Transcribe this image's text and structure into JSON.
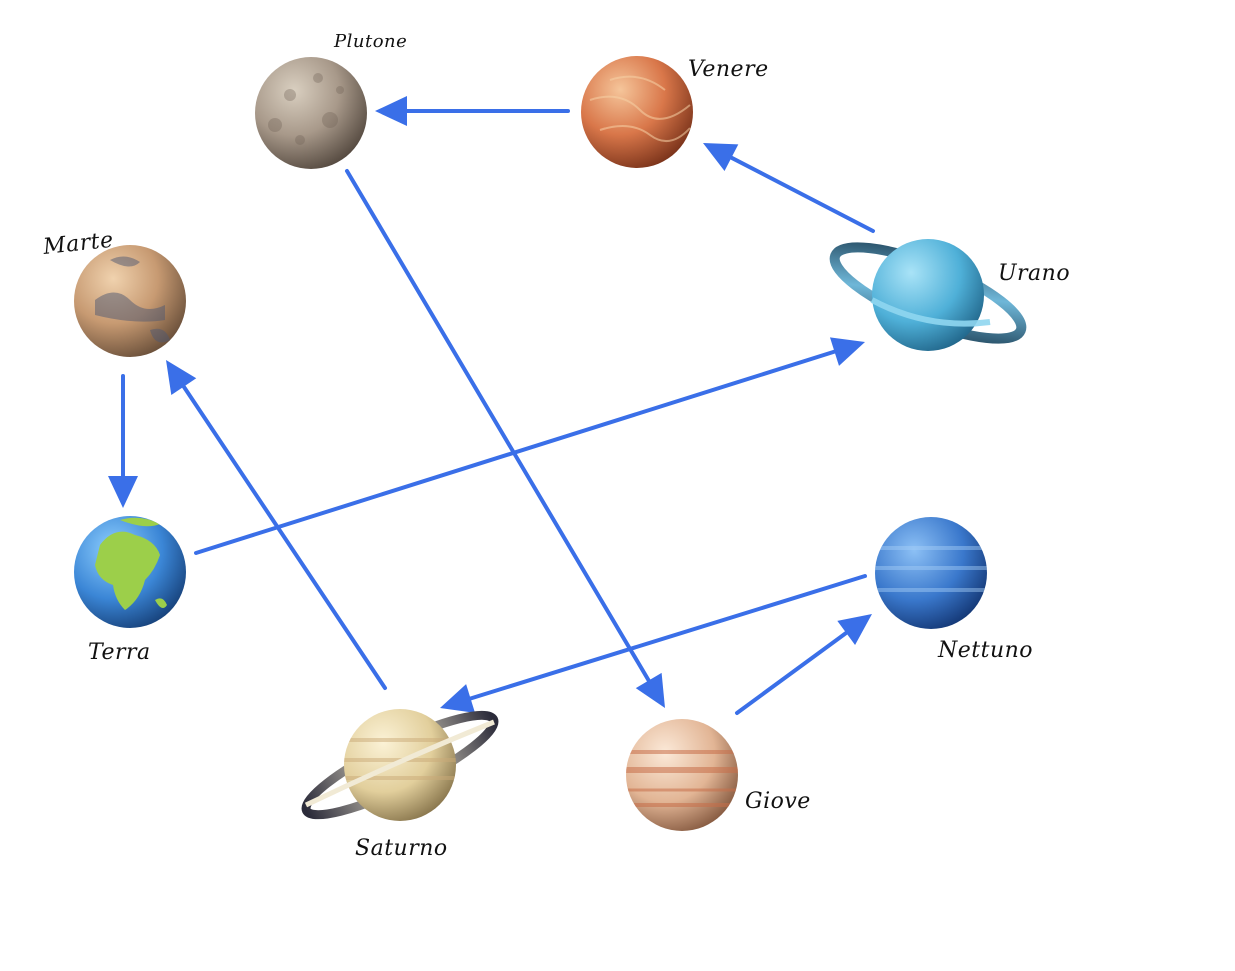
{
  "planets": {
    "plutone": {
      "label": "Plutone",
      "icon": "pluto-planet-icon"
    },
    "venere": {
      "label": "Venere",
      "icon": "venus-planet-icon"
    },
    "marte": {
      "label": "Marte",
      "icon": "mars-planet-icon"
    },
    "urano": {
      "label": "Urano",
      "icon": "uranus-planet-icon"
    },
    "terra": {
      "label": "Terra",
      "icon": "earth-planet-icon"
    },
    "nettuno": {
      "label": "Nettuno",
      "icon": "neptune-planet-icon"
    },
    "saturno": {
      "label": "Saturno",
      "icon": "saturn-planet-icon"
    },
    "giove": {
      "label": "Giove",
      "icon": "jupiter-planet-icon"
    }
  },
  "arrows": [
    {
      "from": "venere",
      "to": "plutone"
    },
    {
      "from": "urano",
      "to": "venere"
    },
    {
      "from": "plutone",
      "to": "giove"
    },
    {
      "from": "terra",
      "to": "urano"
    },
    {
      "from": "marte",
      "to": "terra"
    },
    {
      "from": "saturno",
      "to": "marte"
    },
    {
      "from": "nettuno",
      "to": "saturno"
    },
    {
      "from": "giove",
      "to": "nettuno"
    }
  ],
  "colors": {
    "arrow": "#3a6fe8"
  }
}
